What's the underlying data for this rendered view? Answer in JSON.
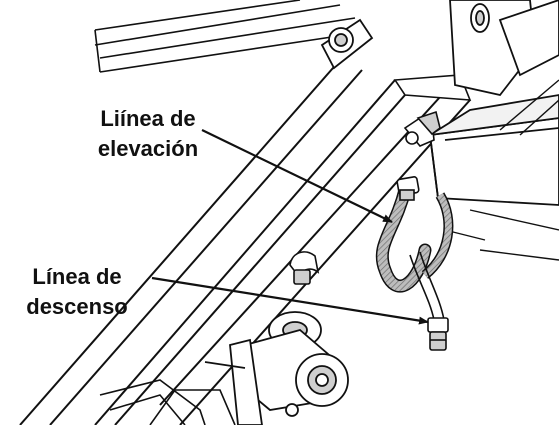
{
  "labels": {
    "elevation": {
      "line1": "Liínea de",
      "line2": "elevación"
    },
    "descent": {
      "line1": "Línea de",
      "line2": "descenso"
    }
  },
  "colors": {
    "ink": "#111111",
    "background": "#ffffff",
    "hose_shade": "#9a9a9a",
    "metal_shade": "#cfcfcf"
  }
}
